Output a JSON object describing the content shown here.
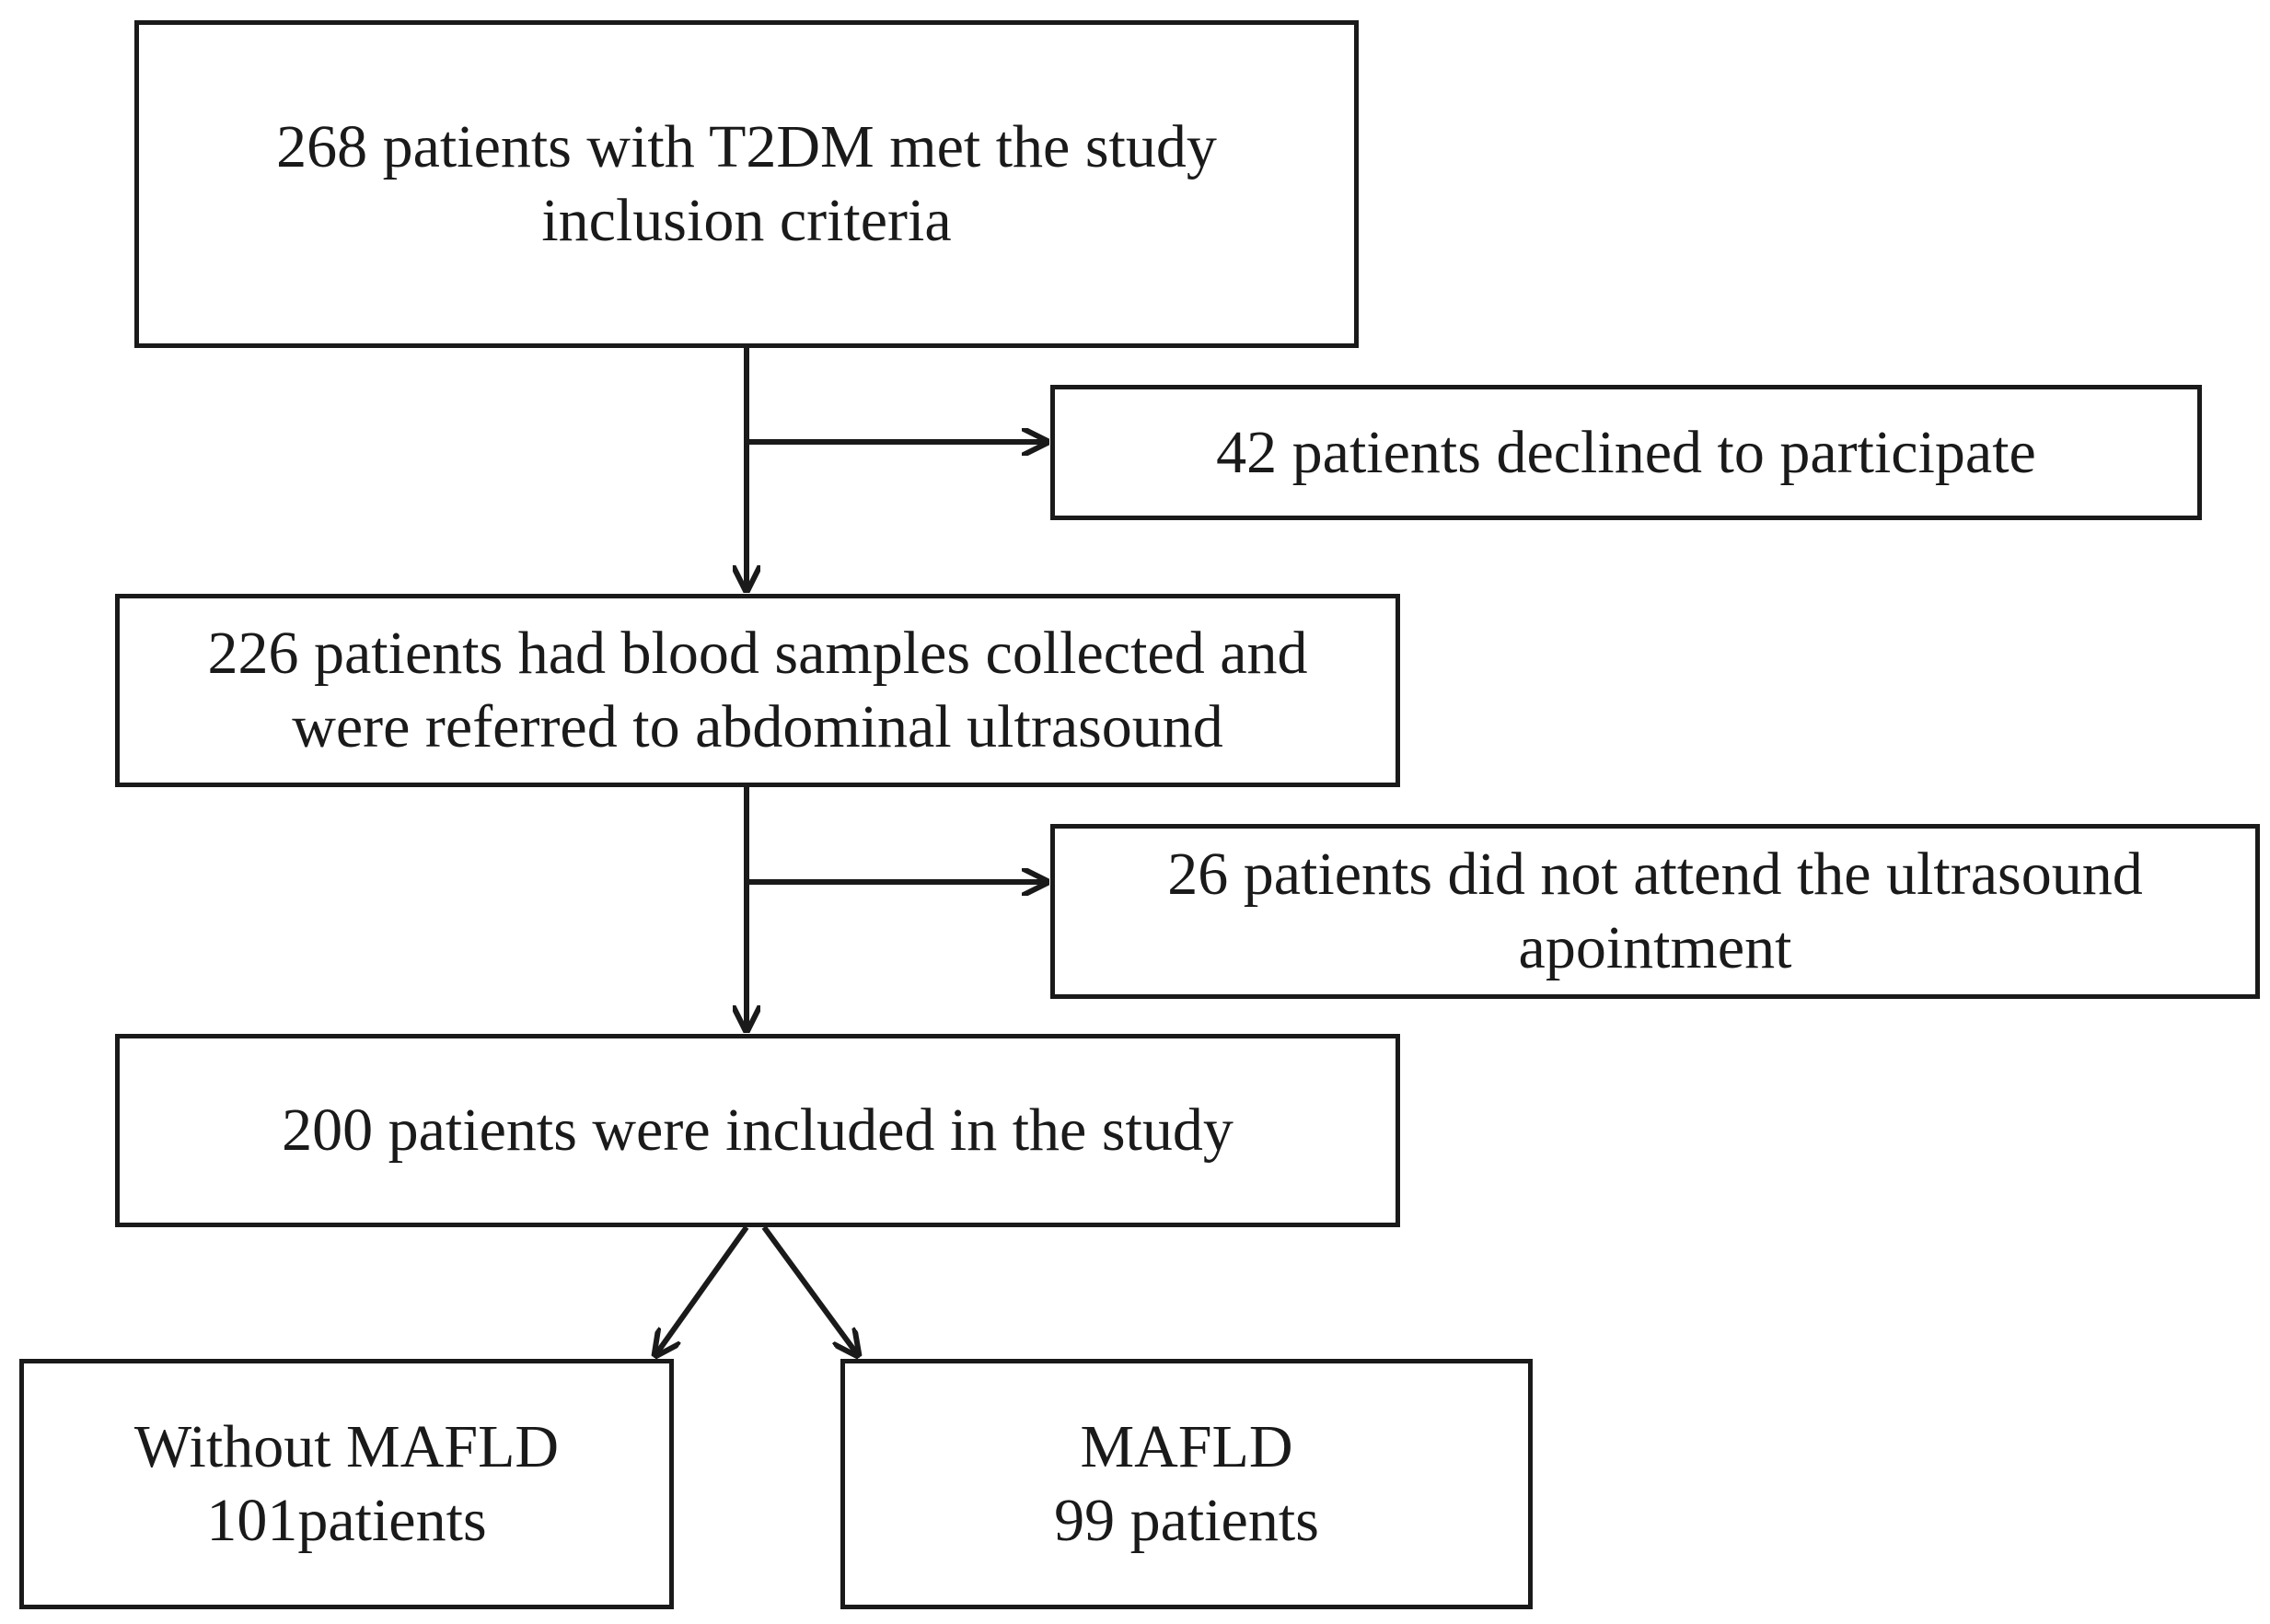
{
  "diagram": {
    "nodes": {
      "inclusion": {
        "lines": [
          "268 patients with T2DM  met the study",
          "inclusion criteria"
        ]
      },
      "declined": {
        "lines": [
          "42 patients declined  to participate"
        ]
      },
      "blood": {
        "lines": [
          "226 patients had blood  samples collected and",
          "were referred to abdominal ultrasound"
        ]
      },
      "noattend": {
        "lines": [
          "26 patients did not attend the ultrasound",
          "apointment"
        ]
      },
      "included": {
        "lines": [
          "200 patients were included  in the study"
        ]
      },
      "without": {
        "lines": [
          "Without MAFLD",
          "101patients"
        ]
      },
      "mafld": {
        "lines": [
          "MAFLD",
          "99 patients"
        ]
      }
    },
    "edges": [
      {
        "from": "inclusion",
        "to": "blood"
      },
      {
        "from": "inclusion",
        "to": "declined"
      },
      {
        "from": "blood",
        "to": "included"
      },
      {
        "from": "blood",
        "to": "noattend"
      },
      {
        "from": "included",
        "to": "without"
      },
      {
        "from": "included",
        "to": "mafld"
      }
    ],
    "colors": {
      "line": "#1a1a1a",
      "background": "#ffffff"
    }
  }
}
